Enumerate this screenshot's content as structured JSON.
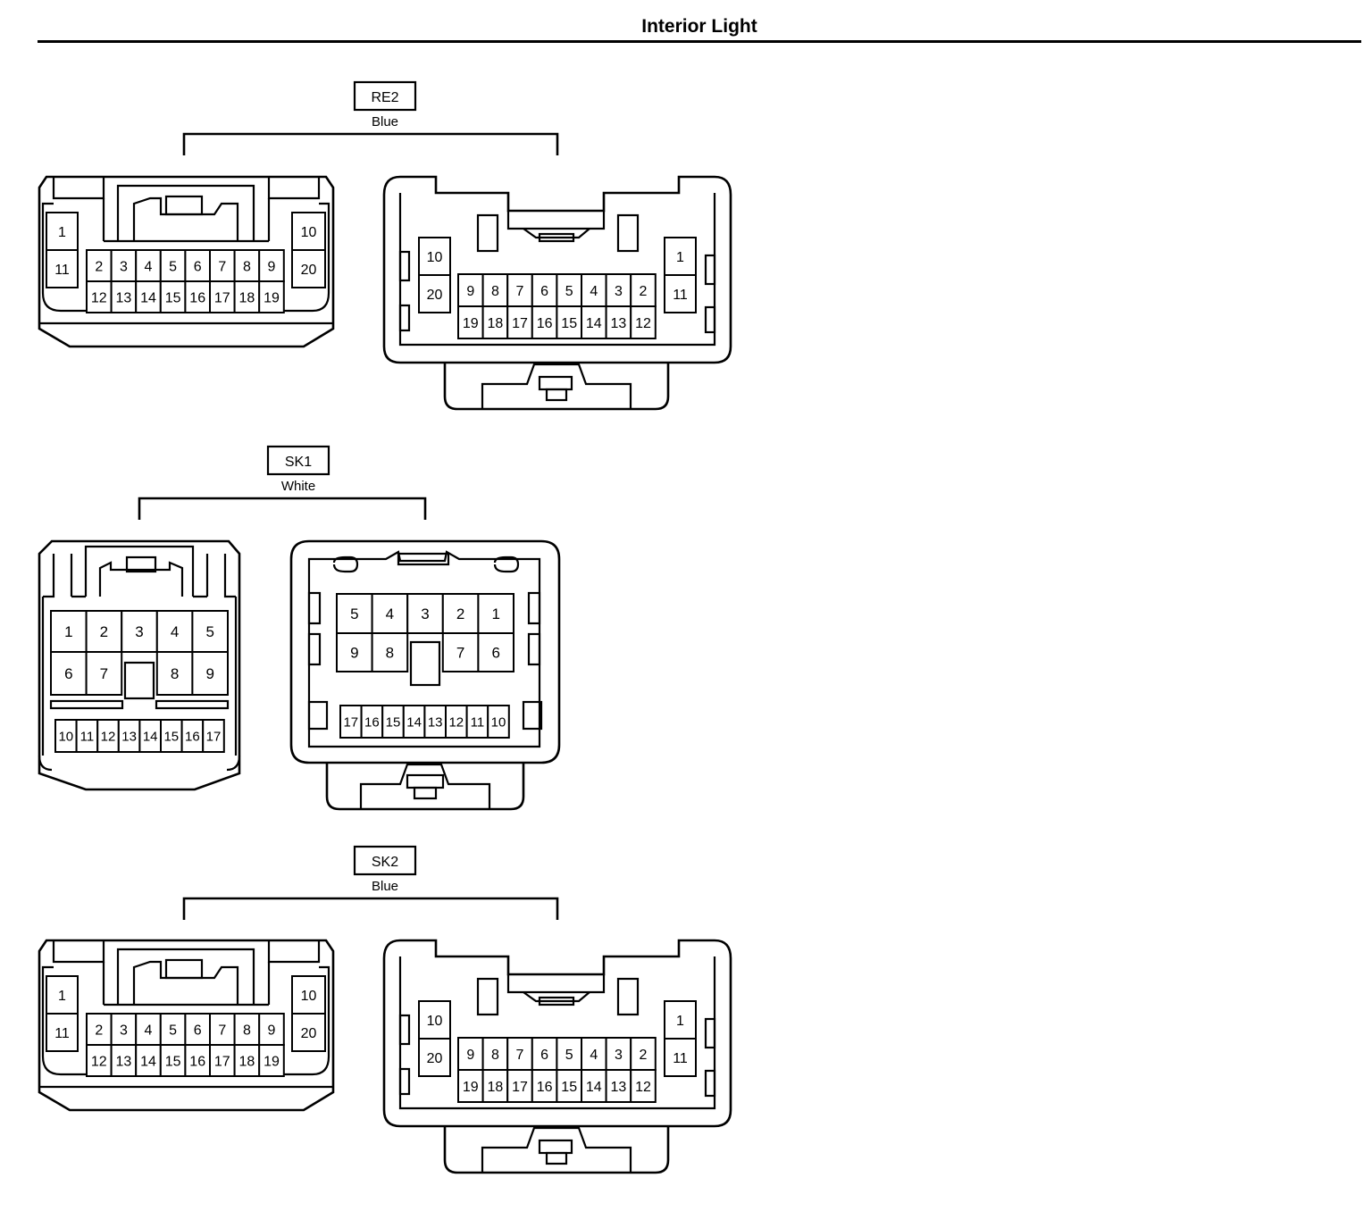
{
  "title": "Interior Light",
  "connectors": [
    {
      "id": "RE2",
      "color": "Blue",
      "left_view": {
        "side_left": [
          "1",
          "11"
        ],
        "side_right": [
          "10",
          "20"
        ],
        "row_top": [
          "2",
          "3",
          "4",
          "5",
          "6",
          "7",
          "8",
          "9"
        ],
        "row_bottom": [
          "12",
          "13",
          "14",
          "15",
          "16",
          "17",
          "18",
          "19"
        ]
      },
      "right_view": {
        "side_left": [
          "10",
          "20"
        ],
        "side_right": [
          "1",
          "11"
        ],
        "row_top": [
          "9",
          "8",
          "7",
          "6",
          "5",
          "4",
          "3",
          "2"
        ],
        "row_bottom": [
          "19",
          "18",
          "17",
          "16",
          "15",
          "14",
          "13",
          "12"
        ]
      }
    },
    {
      "id": "SK1",
      "color": "White",
      "left_view": {
        "grid_top": [
          "1",
          "2",
          "3",
          "4",
          "5"
        ],
        "grid_bottom": [
          "6",
          "7",
          "",
          "8",
          "9"
        ],
        "row": [
          "10",
          "11",
          "12",
          "13",
          "14",
          "15",
          "16",
          "17"
        ]
      },
      "right_view": {
        "grid_top": [
          "5",
          "4",
          "3",
          "2",
          "1"
        ],
        "grid_bottom": [
          "9",
          "8",
          "",
          "7",
          "6"
        ],
        "row": [
          "17",
          "16",
          "15",
          "14",
          "13",
          "12",
          "11",
          "10"
        ]
      }
    },
    {
      "id": "SK2",
      "color": "Blue",
      "left_view": {
        "side_left": [
          "1",
          "11"
        ],
        "side_right": [
          "10",
          "20"
        ],
        "row_top": [
          "2",
          "3",
          "4",
          "5",
          "6",
          "7",
          "8",
          "9"
        ],
        "row_bottom": [
          "12",
          "13",
          "14",
          "15",
          "16",
          "17",
          "18",
          "19"
        ]
      },
      "right_view": {
        "side_left": [
          "10",
          "20"
        ],
        "side_right": [
          "1",
          "11"
        ],
        "row_top": [
          "9",
          "8",
          "7",
          "6",
          "5",
          "4",
          "3",
          "2"
        ],
        "row_bottom": [
          "19",
          "18",
          "17",
          "16",
          "15",
          "14",
          "13",
          "12"
        ]
      }
    }
  ]
}
